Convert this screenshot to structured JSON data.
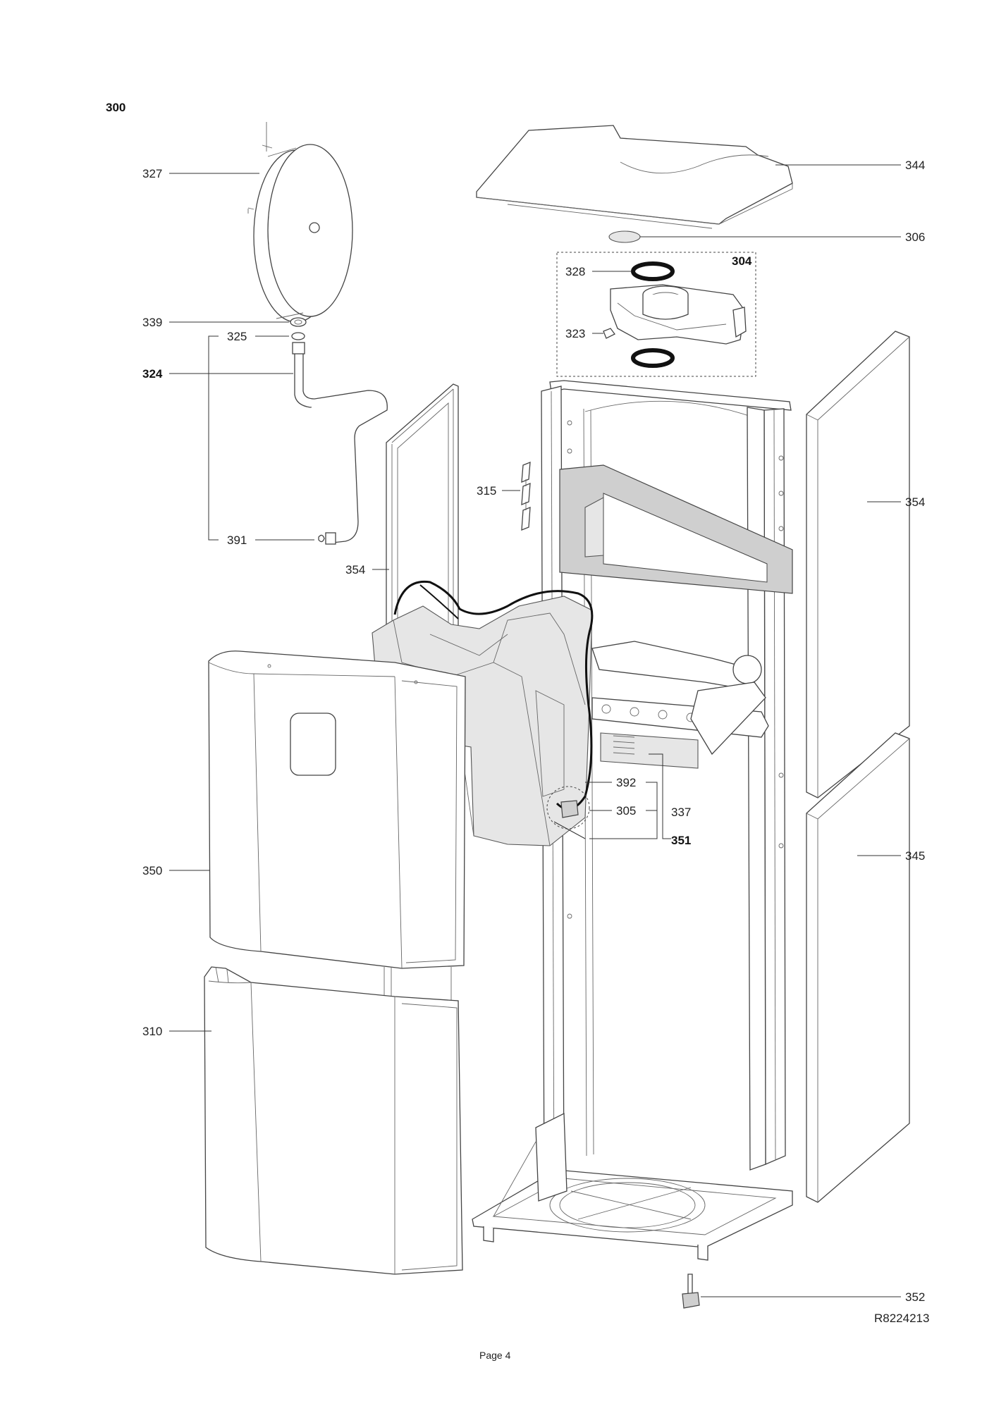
{
  "diagram": {
    "group_label": "300",
    "assembly_label": "304",
    "drawing_reference": "R8224213",
    "page_label": "Page 4",
    "callouts": {
      "c327": "327",
      "c339": "339",
      "c325": "325",
      "c324": "324",
      "c391": "391",
      "c354_left": "354",
      "c344": "344",
      "c306": "306",
      "c328": "328",
      "c323": "323",
      "c315": "315",
      "c354_right": "354",
      "c392": "392",
      "c305": "305",
      "c337": "337",
      "c351": "351",
      "c350": "350",
      "c345": "345",
      "c310": "310",
      "c352": "352"
    }
  }
}
